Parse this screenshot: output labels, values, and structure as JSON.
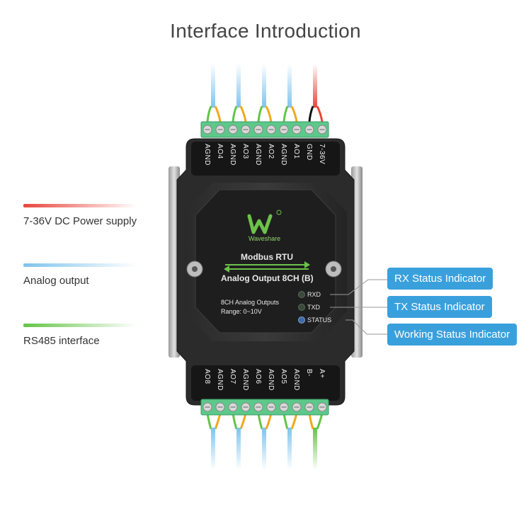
{
  "title": "Interface Introduction",
  "legend": [
    {
      "label": "7-36V DC Power supply",
      "color": "#e8443a"
    },
    {
      "label": "Analog output",
      "color": "#7fc3ee"
    },
    {
      "label": "RS485 interface",
      "color": "#63c446"
    }
  ],
  "callouts": [
    {
      "label": "RX Status Indicator",
      "target": "RXD"
    },
    {
      "label": "TX Status Indicator",
      "target": "TXD"
    },
    {
      "label": "Working Status Indicator",
      "target": "STATUS"
    }
  ],
  "device": {
    "brand": "Waveshare",
    "protocol": "Modbus RTU",
    "model": "Analog Output 8CH (B)",
    "desc_line1": "8CH Analog Outputs",
    "desc_line2": "Range: 0~10V",
    "leds": [
      "RXD",
      "TXD",
      "STATUS"
    ],
    "top_terminals": [
      "AGND",
      "AO4",
      "AGND",
      "AO3",
      "AGND",
      "AO2",
      "AGND",
      "AO1",
      "GND",
      "7-36V"
    ],
    "bottom_terminals": [
      "AO8",
      "AGND",
      "AO7",
      "AGND",
      "AO6",
      "AGND",
      "AO5",
      "AGND",
      "B-",
      "A+"
    ]
  }
}
